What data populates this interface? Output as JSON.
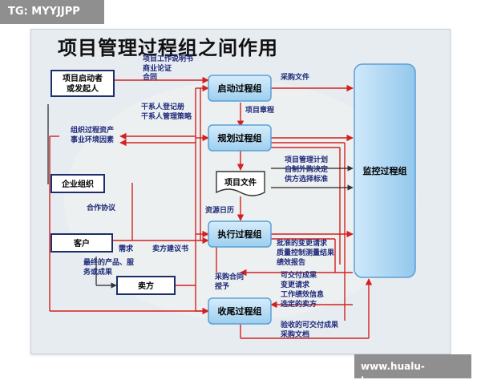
{
  "watermark_top": "TG: MYYJJPP",
  "watermark_bottom": "www.hualu-home.com",
  "title": "项目管理过程组之间作用",
  "process_groups": {
    "initiating": "启动过程组",
    "planning": "规划过程组",
    "executing": "执行过程组",
    "closing": "收尾过程组",
    "monitoring": "监控过程组"
  },
  "external": {
    "sponsor_line1": "项目启动者",
    "sponsor_line2": "或发起人",
    "enterprise": "企业组织",
    "customer": "客户",
    "seller": "卖方"
  },
  "document": "项目文件",
  "labels": {
    "sponsor_inputs": [
      "项目工作说明书",
      "商业论证",
      "合同"
    ],
    "procurement_docs": "采购文件",
    "project_charter": "项目章程",
    "stakeholder": [
      "干系人登记册",
      "干系人管理策略"
    ],
    "org_assets": [
      "组织过程资产",
      "事业环境因素"
    ],
    "plan_outputs": [
      "项目管理计划",
      "自制外购决定",
      "供方选择标准"
    ],
    "resource_calendar": "资源日历",
    "cooperation": "合作协议",
    "requirements": "需求",
    "seller_proposal": "卖方建议书",
    "final_product": [
      "最终的产品、服",
      "务或成果"
    ],
    "procurement_contract": [
      "采购合同",
      "授予"
    ],
    "exec_outputs": [
      "批准的变更请求",
      "质量控制测量结果",
      "绩效报告"
    ],
    "monitor_outputs": [
      "可交付成果",
      "变更请求",
      "工作绩效信息",
      "选定的卖方"
    ],
    "close_outputs": [
      "验收的可交付成果",
      "采购文档"
    ]
  }
}
